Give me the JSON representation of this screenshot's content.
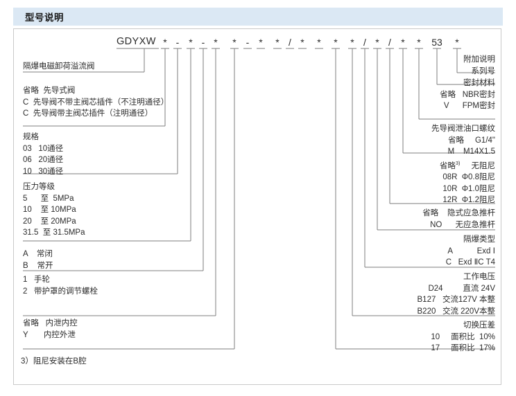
{
  "header": {
    "title": "型号说明",
    "bar_color": "#dbe8f4",
    "accent_color": "#7ba7cf"
  },
  "model_code": {
    "name": "GDYXW",
    "tokens": [
      "*",
      "-",
      "*",
      "-",
      "*",
      "*",
      "-",
      "*",
      "*",
      "/",
      "*",
      "*",
      "*",
      "*",
      "/",
      "*",
      "/",
      "*",
      "*",
      "53",
      "*"
    ]
  },
  "left_groups": [
    {
      "name": "product-name",
      "lines": [
        "隔爆电磁卸荷溢流阀"
      ]
    },
    {
      "name": "pilot-type",
      "lines": [
        "省略  先导式阀",
        "C  先导阀不带主阀芯插件（不注明通径）",
        "C  先导阀带主阀芯插件（注明通径）"
      ]
    },
    {
      "name": "size-spec",
      "lines": [
        "规格",
        "03   10通径",
        "06   20通径",
        "10   30通径"
      ]
    },
    {
      "name": "pressure-rating",
      "lines": [
        "压力等级",
        "5      至  5MPa",
        "10    至 10MPa",
        "20    至 20MPa",
        "31.5  至 31.5MPa"
      ]
    },
    {
      "name": "normally-state",
      "lines": [
        "A    常闭",
        "B    常开"
      ]
    },
    {
      "name": "adjust-type",
      "lines": [
        "1   手轮",
        "2   带护罩的调节螺栓"
      ]
    },
    {
      "name": "drain-control",
      "lines": [
        "省略   内泄内控",
        "Y       内控外泄"
      ]
    }
  ],
  "right_groups": [
    {
      "name": "additional-note",
      "lines": [
        "附加说明"
      ]
    },
    {
      "name": "series-number",
      "lines": [
        "系列号"
      ]
    },
    {
      "name": "seal-material",
      "lines": [
        "密封材料",
        "省略   NBR密封",
        "V      FPM密封"
      ]
    },
    {
      "name": "pilot-drain-thread",
      "lines": [
        "先导阀泄油口螺纹",
        "省略     G1/4\"",
        "M    M14X1.5"
      ]
    },
    {
      "name": "damping-orifice",
      "lines": [
        "省略3)     无阻尼",
        "08R  Φ0.8阻尼",
        "10R  Φ1.0阻尼",
        "12R  Φ1.2阻尼"
      ]
    },
    {
      "name": "emergency-pushrod",
      "lines": [
        "省略    隐式应急推杆",
        "NO      无应急推杆"
      ]
    },
    {
      "name": "explosion-proof-type",
      "lines": [
        "隔爆类型",
        "A           Exd Ⅰ",
        "C   Exd ⅡC T4"
      ]
    },
    {
      "name": "working-voltage",
      "lines": [
        "工作电压",
        "D24         直流 24V",
        "B127   交流127V 本整",
        "B220   交流 220V本整"
      ]
    },
    {
      "name": "switch-pressure-diff",
      "lines": [
        "切换压差",
        "10     面积比  10%",
        "17     面积比  17%"
      ]
    }
  ],
  "footnote": {
    "text": "3）阻尼安装在B腔"
  }
}
